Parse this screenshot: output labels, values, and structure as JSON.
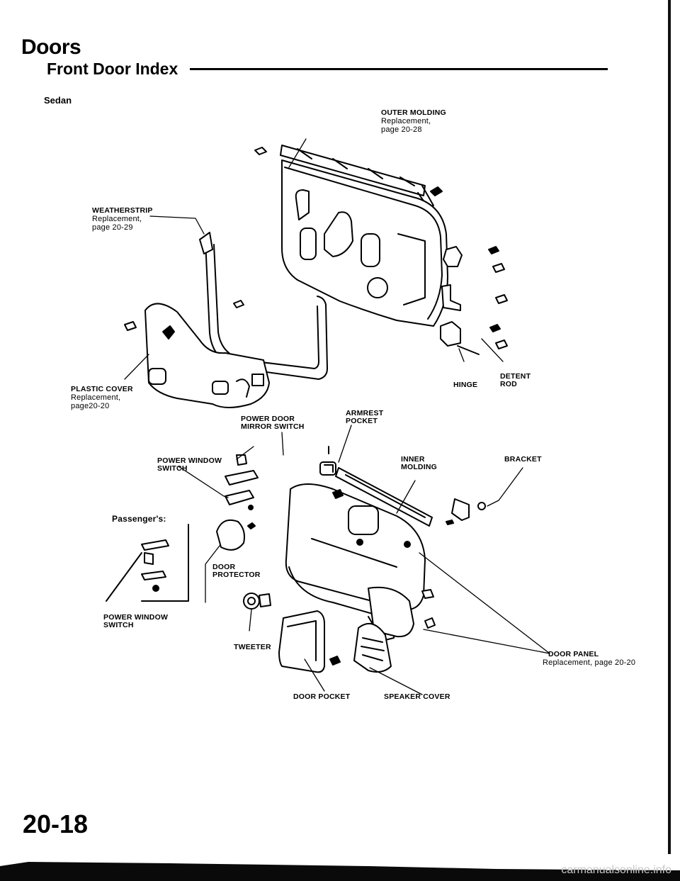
{
  "header": {
    "title": "Doors",
    "subtitle": "Front Door Index",
    "variant": "Sedan"
  },
  "labels": {
    "outer_molding": {
      "name": "OUTER MOLDING",
      "note1": "Replacement,",
      "note2": "page 20-28"
    },
    "weatherstrip": {
      "name": "WEATHERSTRIP",
      "note1": "Replacement,",
      "note2": "page 20-29"
    },
    "plastic_cover": {
      "name": "PLASTIC COVER",
      "note1": "Replacement,",
      "note2": "page20-20"
    },
    "hinge": "HINGE",
    "detent_rod_1": "DETENT",
    "detent_rod_2": "ROD",
    "power_door_mirror_switch_1": "POWER DOOR",
    "power_door_mirror_switch_2": "MIRROR SWITCH",
    "armrest_pocket_1": "ARMREST",
    "armrest_pocket_2": "POCKET",
    "power_window_switch_1": "POWER WINDOW",
    "power_window_switch_2": "SWITCH",
    "inner_molding_1": "INNER",
    "inner_molding_2": "MOLDING",
    "bracket": "BRACKET",
    "passengers": "Passenger's:",
    "door_protector_1": "DOOR",
    "door_protector_2": "PROTECTOR",
    "passenger_power_window_switch_1": "POWER WINDOW",
    "passenger_power_window_switch_2": "SWITCH",
    "tweeter": "TWEETER",
    "door_panel": {
      "name": "DOOR PANEL",
      "note": "Replacement, page 20-20"
    },
    "door_pocket": "DOOR POCKET",
    "speaker_cover": "SPEAKER COVER"
  },
  "footer": {
    "page_number": "20-18",
    "watermark": "carmanualsonline.info"
  }
}
